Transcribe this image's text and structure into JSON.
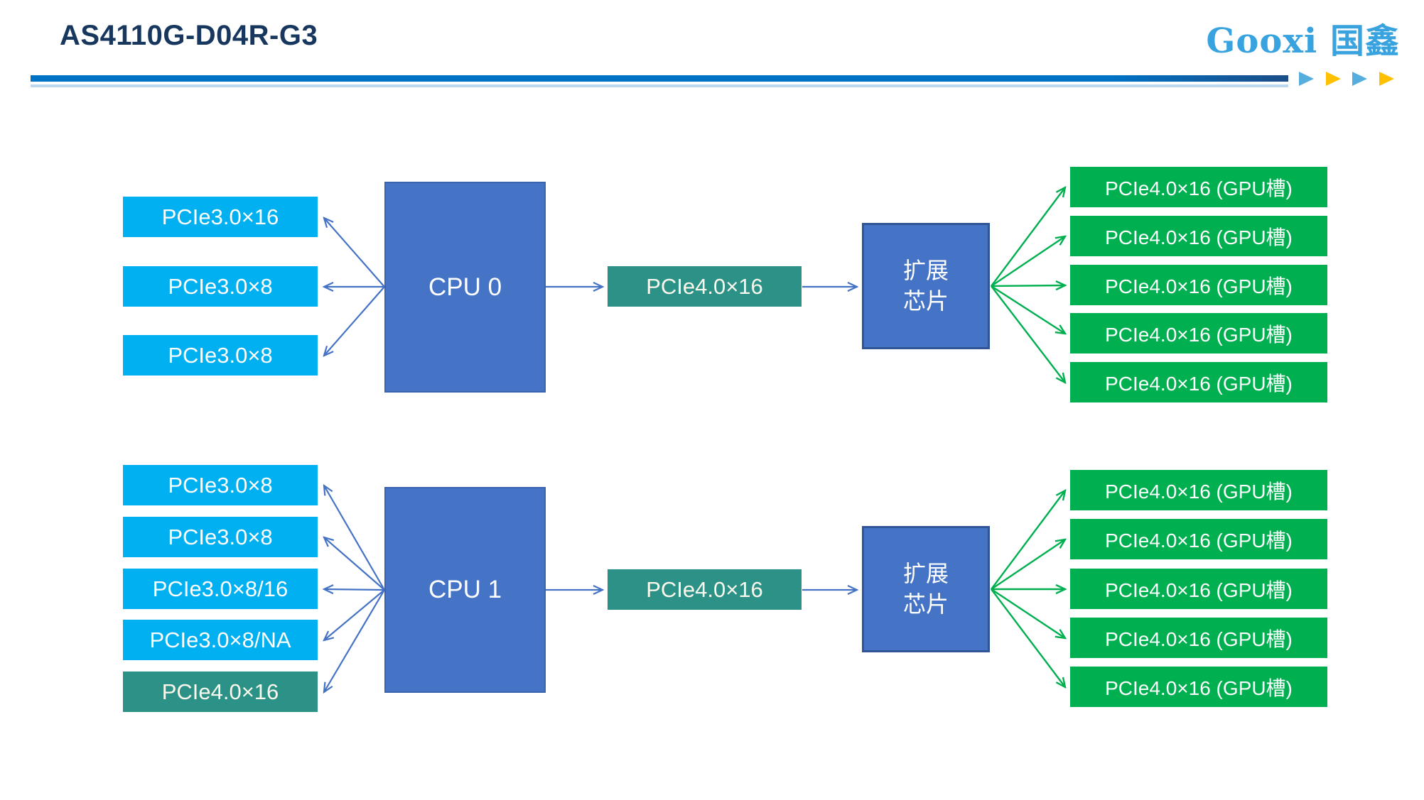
{
  "header": {
    "title": "AS4110G-D04R-G3",
    "logo_text": "Gooxi 国鑫",
    "accent_bar_color": "#0072C6",
    "accent_bar_end_color": "#1B4D86",
    "underline_color": "#BDD7EE",
    "triangle_colors": [
      "#55AEDE",
      "#FFC000",
      "#55AEDE",
      "#FFC000"
    ]
  },
  "diagram": {
    "colors": {
      "pcie3_fill": "#00B0F0",
      "pcie4_fill": "#2C9287",
      "gpu_fill": "#00B050",
      "cpu_fill": "#4573C5",
      "expander_border": "#2F5597",
      "arrow_blue": "#4472C4",
      "arrow_green": "#00B050"
    },
    "clusters": [
      {
        "cpu_label": "CPU 0",
        "left_slots": [
          {
            "label": "PCIe3.0×16"
          },
          {
            "label": "PCIe3.0×8"
          },
          {
            "label": "PCIe3.0×8"
          }
        ],
        "uplink_label": "PCIe4.0×16",
        "expander_line1": "扩展",
        "expander_line2": "芯片",
        "gpu_slots": [
          "PCIe4.0×16 (GPU槽)",
          "PCIe4.0×16 (GPU槽)",
          "PCIe4.0×16 (GPU槽)",
          "PCIe4.0×16 (GPU槽)",
          "PCIe4.0×16 (GPU槽)"
        ]
      },
      {
        "cpu_label": "CPU 1",
        "left_slots": [
          {
            "label": "PCIe3.0×8"
          },
          {
            "label": "PCIe3.0×8"
          },
          {
            "label": "PCIe3.0×8/16"
          },
          {
            "label": "PCIe3.0×8/NA"
          },
          {
            "label": "PCIe4.0×16"
          }
        ],
        "uplink_label": "PCIe4.0×16",
        "expander_line1": "扩展",
        "expander_line2": "芯片",
        "gpu_slots": [
          "PCIe4.0×16 (GPU槽)",
          "PCIe4.0×16 (GPU槽)",
          "PCIe4.0×16 (GPU槽)",
          "PCIe4.0×16 (GPU槽)",
          "PCIe4.0×16 (GPU槽)"
        ]
      }
    ]
  }
}
